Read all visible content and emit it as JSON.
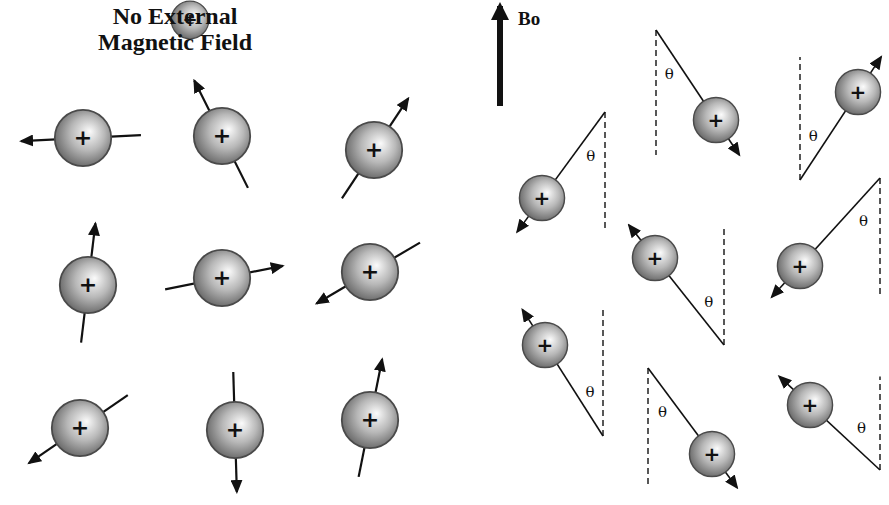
{
  "diagram": {
    "nodes": [
      {
        "text": [
          "+"
        ]
      },
      {
        "text": [
          "+"
        ]
      },
      {
        "text": [
          "+"
        ]
      },
      {
        "text": [
          "+"
        ]
      },
      {
        "text": [
          "+"
        ]
      },
      {
        "text": [
          "+"
        ]
      },
      {
        "text": [
          "+"
        ]
      },
      {
        "text": [
          "+"
        ]
      },
      {
        "text": [
          "+"
        ]
      },
      {
        "text": [
          "+"
        ]
      },
      {
        "text": [
          "+"
        ]
      },
      {
        "text": [
          "+"
        ]
      },
      {
        "text": [
          "+"
        ]
      },
      {
        "text": [
          "+"
        ]
      },
      {
        "text": [
          "+"
        ]
      },
      {
        "text": [
          "+"
        ]
      },
      {
        "text": [
          "+"
        ]
      },
      {
        "text": [
          "+"
        ]
      }
    ],
    "labels": [
      "No External Magnetic Field",
      "Bo",
      "θ",
      "θ",
      "θ",
      "θ",
      "θ",
      "θ",
      "θ",
      "θ"
    ]
  }
}
